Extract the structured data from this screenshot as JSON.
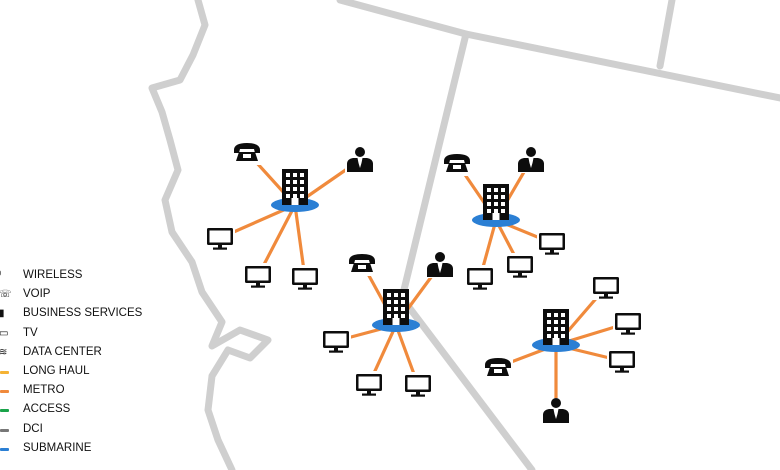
{
  "legend": {
    "items": [
      {
        "label": "WIRELESS",
        "icon": "wireless-icon",
        "glyph": "⁾"
      },
      {
        "label": "VOIP",
        "icon": "phone-icon",
        "glyph": "☏"
      },
      {
        "label": "BUSINESS SERVICES",
        "icon": "building-icon",
        "glyph": "▮"
      },
      {
        "label": "TV",
        "icon": "monitor-icon",
        "glyph": "▭"
      },
      {
        "label": "DATA CENTER",
        "icon": "data-center-icon",
        "glyph": "≋"
      },
      {
        "label": "LONG HAUL",
        "icon": "long-haul-line",
        "color": "#f5b335"
      },
      {
        "label": "METRO",
        "icon": "metro-line",
        "color": "#f08a3c"
      },
      {
        "label": "ACCESS",
        "icon": "access-line",
        "color": "#1aa34a"
      },
      {
        "label": "DCI",
        "icon": "dci-line",
        "color": "#777777"
      },
      {
        "label": "SUBMARINE",
        "icon": "submarine-line",
        "color": "#2b7fd4"
      }
    ]
  },
  "colors": {
    "border": "#cfcfcf",
    "metro": "#f08a3c",
    "hub": "#2b7fd4",
    "icon": "#0d0d0d"
  },
  "hubs": [
    {
      "name": "hub-northwest",
      "connects": [
        "phone-icon",
        "user-icon",
        "monitor-icon",
        "monitor-icon",
        "monitor-icon"
      ]
    },
    {
      "name": "hub-northeast",
      "connects": [
        "phone-icon",
        "user-icon",
        "monitor-icon",
        "monitor-icon",
        "monitor-icon"
      ]
    },
    {
      "name": "hub-center",
      "connects": [
        "phone-icon",
        "user-icon",
        "monitor-icon",
        "monitor-icon",
        "monitor-icon"
      ]
    },
    {
      "name": "hub-southeast",
      "connects": [
        "monitor-icon",
        "monitor-icon",
        "monitor-icon",
        "phone-icon",
        "user-icon"
      ]
    }
  ]
}
